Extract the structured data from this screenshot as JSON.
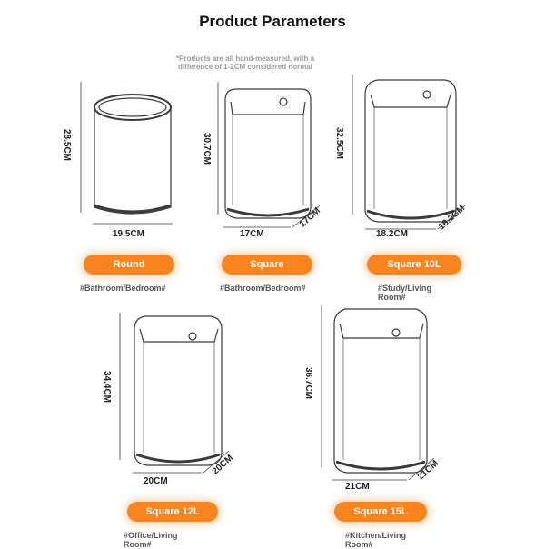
{
  "header": {
    "title": "Product Parameters",
    "note_line1": "*Products are all hand-measured, with a",
    "note_line2": "difference of 1-2CM considered normal"
  },
  "products": [
    {
      "name": "round-9l",
      "height": "28.5CM",
      "width": "19.5CM",
      "pill_label": "Round",
      "room": "#Bathroom/Bedroom#"
    },
    {
      "name": "square-9l",
      "height": "30.7CM",
      "width": "17CM",
      "depth": "17CM",
      "pill_label": "Square",
      "room": "#Bathroom/Bedroom#"
    },
    {
      "name": "square-10l",
      "height": "32.5CM",
      "width": "18.2CM",
      "depth": "18.2CM",
      "pill_label": "Square 10L",
      "room": "#Study/Living\nRoom#"
    },
    {
      "name": "square-12l",
      "height": "34.4CM",
      "width": "20CM",
      "depth": "20CM",
      "pill_label": "Square 12L",
      "room": "#Office/Living\nRoom#"
    },
    {
      "name": "square-15l",
      "height": "36.7CM",
      "width": "21CM",
      "depth": "21CM",
      "pill_label": "Square 15L",
      "room": "#Kitchen/Living\nRoom#"
    }
  ],
  "colors": {
    "accent": "#f7841f",
    "outline": "#3a3a3a"
  }
}
